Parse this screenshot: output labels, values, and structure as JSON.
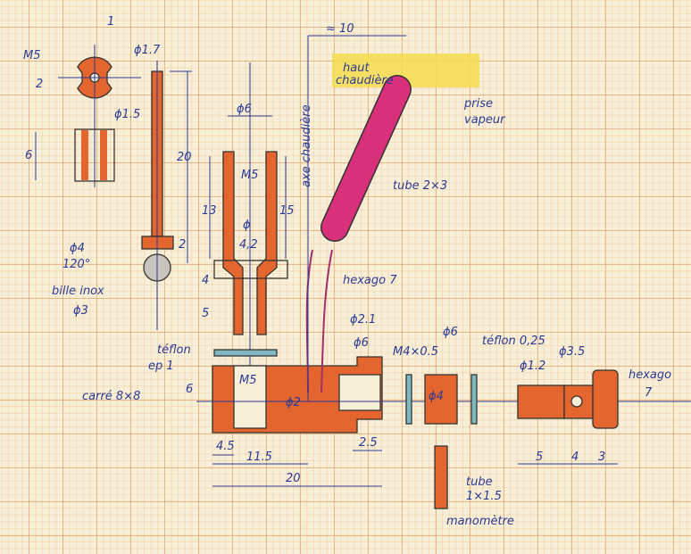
{
  "colors": {
    "part": "#e4652e",
    "tube": "#d8307a",
    "highlight": "#f5dd50",
    "ink": "#2a3a96"
  },
  "labels": {
    "dim_1": "1",
    "m5_a": "M5",
    "phi_1_7": "ϕ1.7",
    "dim_2a": "2",
    "phi_1_5": "ϕ1.5",
    "dim_6a": "6",
    "dim_20a": "20",
    "dim_2b": "2",
    "phi_4": "ϕ4",
    "angle_120": "120°",
    "bille": "bille inox",
    "phi_3": "ϕ3",
    "phi_6a": "ϕ6",
    "m5_b": "M5",
    "dim_13": "13",
    "dim_15": "15",
    "phi_b": "ϕ",
    "dim_4_2": "4,2",
    "dim_4a": "4",
    "dim_5a": "5",
    "axe": "axe chaudière",
    "approx_10": "≈ 10",
    "haut_1": "haut",
    "haut_2": "chaudière",
    "prise_1": "prise",
    "prise_2": "vapeur",
    "tube_2x3": "tube 2×3",
    "hexago_a": "hexago 7",
    "phi_2_1": "ϕ2.1",
    "teflon_1": "téflon",
    "teflon_2": "ep 1",
    "carre": "carré 8×8",
    "dim_6b": "6",
    "m5_c": "M5",
    "phi_2": "ϕ2",
    "phi_6b": "ϕ6",
    "m4": "M4×0.5",
    "phi_6c": "ϕ6",
    "phi_4b": "ϕ4",
    "teflon_025": "téflon 0,25",
    "phi_1_2": "ϕ1.2",
    "phi_3_5": "ϕ3.5",
    "hexago_b1": "hexago",
    "hexago_b2": "7",
    "dim_4_5": "4.5",
    "dim_11_5": "11.5",
    "dim_20b": "20",
    "dim_2_5": "2.5",
    "tube_1": "tube",
    "tube_2": "1×1.5",
    "manometre": "manomètre",
    "dim_5b": "5",
    "dim_4b": "4",
    "dim_3": "3"
  }
}
